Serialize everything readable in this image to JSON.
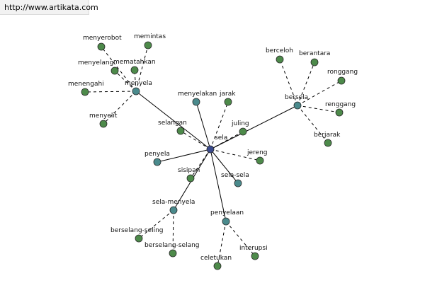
{
  "banner": {
    "text": "http://www.artikata.com"
  },
  "colors": {
    "center": "#3a4a8c",
    "hub": "#4a8a8c",
    "leaf": "#4d8a4a"
  },
  "graph": {
    "center": "sela",
    "nodes": [
      {
        "id": "sela",
        "kind": "center"
      },
      {
        "id": "menyela",
        "kind": "hub"
      },
      {
        "id": "bersela",
        "kind": "hub"
      },
      {
        "id": "sela-menyela",
        "kind": "hub"
      },
      {
        "id": "penyelaan",
        "kind": "hub"
      },
      {
        "id": "menyelakan",
        "kind": "hub"
      },
      {
        "id": "penyela",
        "kind": "hub"
      },
      {
        "id": "sela-sela",
        "kind": "hub"
      },
      {
        "id": "menyerobot",
        "kind": "leaf"
      },
      {
        "id": "memintas",
        "kind": "leaf"
      },
      {
        "id": "menyelang",
        "kind": "leaf"
      },
      {
        "id": "mematahkan",
        "kind": "leaf"
      },
      {
        "id": "menengahi",
        "kind": "leaf"
      },
      {
        "id": "menyelit",
        "kind": "leaf"
      },
      {
        "id": "jarak",
        "kind": "leaf"
      },
      {
        "id": "selangan",
        "kind": "leaf"
      },
      {
        "id": "juling",
        "kind": "leaf"
      },
      {
        "id": "jereng",
        "kind": "leaf"
      },
      {
        "id": "sisipan",
        "kind": "leaf"
      },
      {
        "id": "berceloh",
        "kind": "leaf"
      },
      {
        "id": "berantara",
        "kind": "leaf"
      },
      {
        "id": "ronggang",
        "kind": "leaf"
      },
      {
        "id": "renggang",
        "kind": "leaf"
      },
      {
        "id": "berjarak",
        "kind": "leaf"
      },
      {
        "id": "berselang-seling",
        "kind": "leaf"
      },
      {
        "id": "berselang-selang",
        "kind": "leaf"
      },
      {
        "id": "celetukan",
        "kind": "leaf"
      },
      {
        "id": "interupsi",
        "kind": "leaf"
      }
    ],
    "edges": [
      {
        "from": "sela",
        "to": "menyela",
        "style": "solid"
      },
      {
        "from": "sela",
        "to": "bersela",
        "style": "solid"
      },
      {
        "from": "sela",
        "to": "penyela",
        "style": "solid"
      },
      {
        "from": "sela",
        "to": "sela-menyela",
        "style": "solid"
      },
      {
        "from": "sela",
        "to": "penyelaan",
        "style": "solid"
      },
      {
        "from": "sela",
        "to": "sela-sela",
        "style": "solid"
      },
      {
        "from": "sela",
        "to": "menyelakan",
        "style": "solid"
      },
      {
        "from": "sela",
        "to": "jarak",
        "style": "dashed"
      },
      {
        "from": "sela",
        "to": "selangan",
        "style": "dashed"
      },
      {
        "from": "sela",
        "to": "juling",
        "style": "dashed"
      },
      {
        "from": "sela",
        "to": "jereng",
        "style": "dashed"
      },
      {
        "from": "sela",
        "to": "sisipan",
        "style": "dashed"
      },
      {
        "from": "menyela",
        "to": "menyerobot",
        "style": "dashed"
      },
      {
        "from": "menyela",
        "to": "memintas",
        "style": "dashed"
      },
      {
        "from": "menyela",
        "to": "menyelang",
        "style": "dashed"
      },
      {
        "from": "menyela",
        "to": "mematahkan",
        "style": "dashed"
      },
      {
        "from": "menyela",
        "to": "menengahi",
        "style": "dashed"
      },
      {
        "from": "menyela",
        "to": "menyelit",
        "style": "dashed"
      },
      {
        "from": "bersela",
        "to": "berceloh",
        "style": "dashed"
      },
      {
        "from": "bersela",
        "to": "berantara",
        "style": "dashed"
      },
      {
        "from": "bersela",
        "to": "ronggang",
        "style": "dashed"
      },
      {
        "from": "bersela",
        "to": "renggang",
        "style": "dashed"
      },
      {
        "from": "bersela",
        "to": "berjarak",
        "style": "dashed"
      },
      {
        "from": "sela-menyela",
        "to": "berselang-seling",
        "style": "dashed"
      },
      {
        "from": "sela-menyela",
        "to": "berselang-selang",
        "style": "dashed"
      },
      {
        "from": "penyelaan",
        "to": "celetukan",
        "style": "dashed"
      },
      {
        "from": "penyelaan",
        "to": "interupsi",
        "style": "dashed"
      }
    ]
  }
}
